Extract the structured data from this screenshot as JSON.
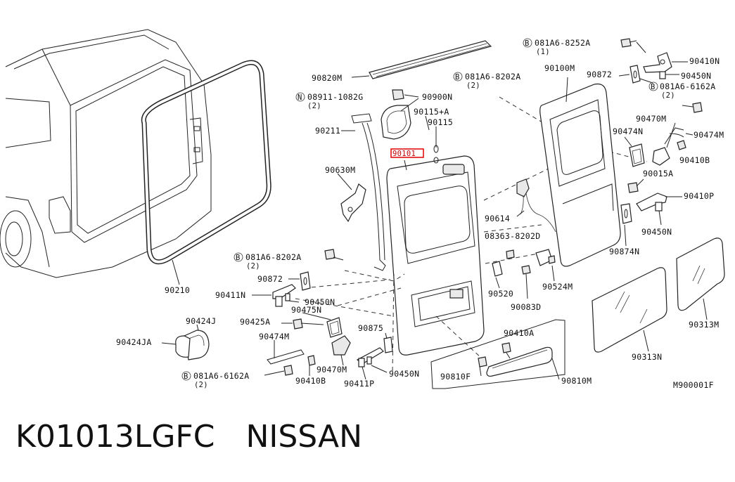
{
  "diagram_ref": "M900001F",
  "highlight_color": "#e00000",
  "caption": {
    "part_code": "K01013LGFC",
    "brand": "NISSAN"
  },
  "labels": {
    "p90820M": "90820M",
    "p08911": "08911-1082G",
    "p08911q": "(2)",
    "p90900N": "90900N",
    "p90115A": "90115+A",
    "p90115": "90115",
    "p90211": "90211",
    "p90101": "90101",
    "p90630M": "90630M",
    "p90210": "90210",
    "p081A6_8252A": "081A6-8252A",
    "p081A6_8252Aq": "(1)",
    "p081A6_8202A": "081A6-8202A",
    "p081A6_8202Aq": "(2)",
    "p90100M": "90100M",
    "p90872_top": "90872",
    "p90410N": "90410N",
    "p90450N_top": "90450N",
    "p081A6_6162A_top": "081A6-6162A",
    "p081A6_6162A_topq": "(2)",
    "p90470M_top": "90470M",
    "p90474N_top": "90474N",
    "p90474M_top": "90474M",
    "p90410B_top": "90410B",
    "p90015A": "90015A",
    "p90410P": "90410P",
    "p90450N_right": "90450N",
    "p90874N": "90874N",
    "p90614": "90614",
    "p08363": "08363-8202D",
    "p90520": "90520",
    "p90524M": "90524M",
    "p90083D": "90083D",
    "p081A6_8202A_left": "081A6-8202A",
    "p081A6_8202A_leftq": "(2)",
    "p90872_left": "90872",
    "p90411N": "90411N",
    "p90450N_left": "90450N",
    "p90475N": "90475N",
    "p90424J": "90424J",
    "p90424JA": "90424JA",
    "p90425A": "90425A",
    "p90474M_left": "90474M",
    "p90470M_left": "90470M",
    "p90410B_left": "90410B",
    "p081A6_6162A_left": "081A6-6162A",
    "p081A6_6162A_leftq": "(2)",
    "p90875": "90875",
    "p90411P": "90411P",
    "p90450N_bot": "90450N",
    "p90410A": "90410A",
    "p90810F": "90810F",
    "p90810M": "90810M",
    "p90313N": "90313N",
    "p90313M": "90313M",
    "circ_B": "B",
    "circ_N": "N"
  }
}
